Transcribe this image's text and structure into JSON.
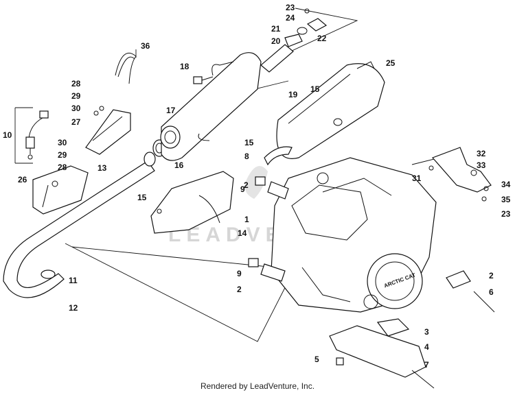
{
  "footer": {
    "credit": "Rendered by LeadVenture, Inc."
  },
  "watermark": {
    "text": "LEADVENTURE"
  },
  "callouts": {
    "c1": "1",
    "c2a": "2",
    "c2b": "2",
    "c2c": "2",
    "c3": "3",
    "c4": "4",
    "c5": "5",
    "c6": "6",
    "c7": "7",
    "c8": "8",
    "c9a": "9",
    "c9b": "9",
    "c10": "10",
    "c11": "11",
    "c12": "12",
    "c13": "13",
    "c14": "14",
    "c15a": "15",
    "c15b": "15",
    "c15c": "15",
    "c16": "16",
    "c17": "17",
    "c18": "18",
    "c19": "19",
    "c20": "20",
    "c21": "21",
    "c22": "22",
    "c23a": "23",
    "c23b": "23",
    "c24": "24",
    "c25": "25",
    "c26": "26",
    "c27": "27",
    "c28a": "28",
    "c28b": "28",
    "c29a": "29",
    "c29b": "29",
    "c30a": "30",
    "c30b": "30",
    "c31": "31",
    "c32": "32",
    "c33": "33",
    "c34": "34",
    "c35": "35",
    "c36": "36"
  },
  "engine_badge": "ARCTIC CAT"
}
